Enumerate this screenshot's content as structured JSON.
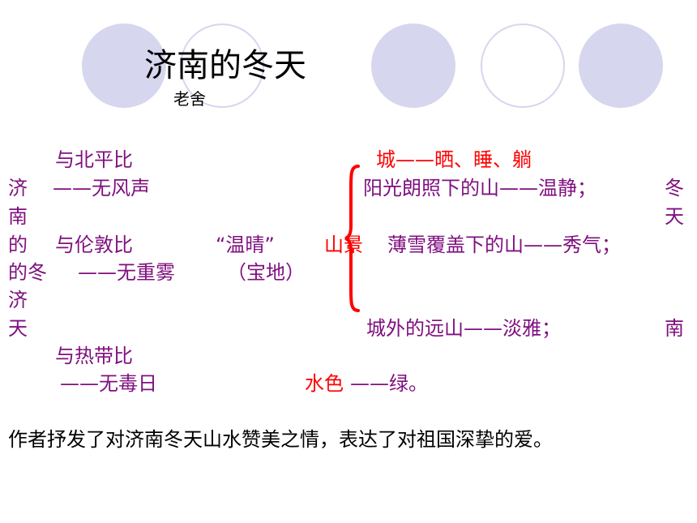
{
  "header": {
    "title": "济南的冬天",
    "author": "老舍"
  },
  "left": {
    "cmp_beiping": "与北平比",
    "no_wind": "——无风声",
    "cmp_london": "与伦敦比",
    "no_fog": "——无重雾",
    "cmp_tropics": "与热带比",
    "no_sun": "——无毒日",
    "side_chars": [
      "济",
      "南",
      "的",
      "的冬",
      "济",
      "天"
    ]
  },
  "middle": {
    "warm_clear": "“温晴”",
    "treasure": "（宝地）",
    "scenery": "山景",
    "water": "水色",
    "water_green": "——绿。"
  },
  "right": {
    "city_phrase": "城——晒、睡、躺",
    "sun_mountain": "阳光朗照下的山——温静；",
    "snow_mountain": "薄雪覆盖下的山——秀气；",
    "far_mountain": "城外的远山——淡雅；",
    "side_chars": [
      "冬",
      "天",
      "南"
    ]
  },
  "summary": "作者抒发了对济南冬天山水赞美之情，表达了对祖国深挚的爱。",
  "colors": {
    "purple": "#7f0f7f",
    "red": "#ff0000",
    "circle": "#d6d6ee"
  },
  "icons": [
    "brace-icon"
  ]
}
